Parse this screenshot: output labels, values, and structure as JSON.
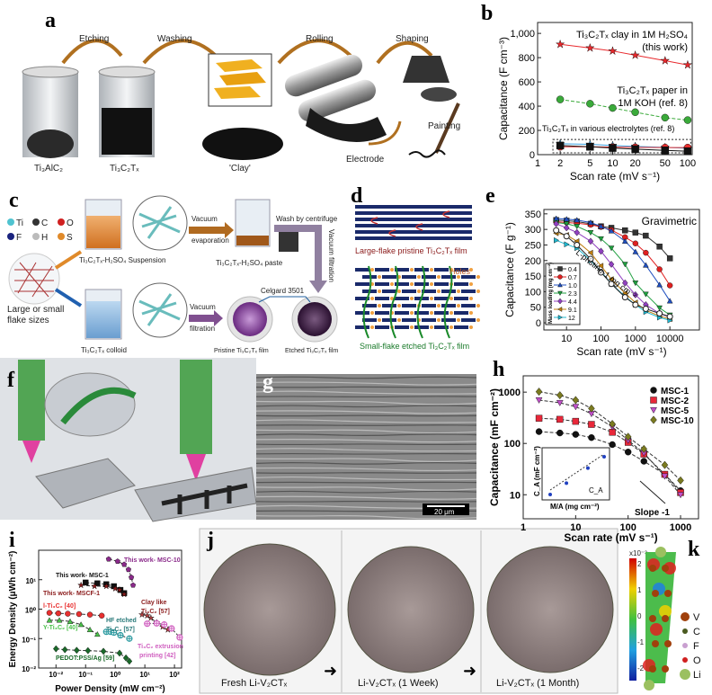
{
  "panel_letters": {
    "a": "a",
    "b": "b",
    "c": "c",
    "d": "d",
    "e": "e",
    "f": "f",
    "g": "g",
    "h": "h",
    "i": "i",
    "j": "j",
    "k": "k"
  },
  "panel_a": {
    "steps": [
      "Etching",
      "Washing",
      "Rolling",
      "Shaping",
      "Painting"
    ],
    "labels": [
      "Ti₃AlC₂",
      "Ti₃C₂Tₓ",
      "'Clay'",
      "Electrode"
    ]
  },
  "panel_c": {
    "atoms": [
      "Ti",
      "C",
      "O",
      "F",
      "H",
      "S"
    ],
    "atom_colors": [
      "#4fc3d0",
      "#333333",
      "#d02020",
      "#1a237e",
      "#bbbbbb",
      "#e08a2a"
    ],
    "flake_label": "Large or small flake sizes",
    "suspension": "Ti₃C₂Tₓ-H₂SO₄ Suspension",
    "colloid": "Ti₃C₂Tₓ colloid",
    "vacuum_evaporation": "Vacuum evaporation",
    "vacuum_filtration": "Vacuum filtration",
    "paste": "Ti₃C₂Tₓ-H₂SO₄ paste",
    "wash": "Wash by centrifuge",
    "vacuum_filtration_vertical": "Vacuum filtration",
    "celgard": "Celgard 3501",
    "pristine_film": "Pristine Ti₃C₂Tₓ film",
    "etched_film": "Etched Ti₃C₂Tₓ film"
  },
  "panel_d": {
    "top_label": "Large-flake pristine Ti₃C₂Tₓ film",
    "holes": "Holes",
    "bottom_label": "Small-flake etched Ti₃C₂Tₓ film"
  },
  "panel_g": {
    "scale_bar": "20 μm"
  },
  "panel_j": {
    "captions": [
      "Fresh Li-V₂CTₓ",
      "Li-V₂CTₓ (1 Week)",
      "Li-V₂CTₓ (1 Month)"
    ]
  },
  "panel_k": {
    "colorbar_title": "x10⁻³",
    "colorbar_ticks": [
      "2",
      "1",
      "0",
      "-1",
      "-2"
    ],
    "legend": [
      "V",
      "C",
      "F",
      "O",
      "Li"
    ],
    "legend_colors": [
      "#a0400c",
      "#4a5a20",
      "#c9a0d0",
      "#d02020",
      "#9bc060"
    ]
  },
  "chart_data": [
    {
      "id": "b",
      "type": "line",
      "xlabel": "Scan rate (mV s⁻¹)",
      "ylabel": "Capacitance (F cm⁻³)",
      "xscale": "log",
      "xlim": [
        1,
        115
      ],
      "ylim": [
        0,
        1090
      ],
      "xticks": [
        1,
        2,
        5,
        10,
        20,
        50,
        100
      ],
      "xtick_labels": [
        "1",
        "2",
        "5",
        "10",
        "20",
        "50",
        "100"
      ],
      "yticks": [
        0,
        200,
        400,
        600,
        800,
        1000
      ],
      "ytick_labels": [
        "0",
        "200",
        "400",
        "600",
        "800",
        "1,000"
      ],
      "series": [
        {
          "name": "Ti₃C₂Tₓ clay in 1M H₂SO₄ (this work)",
          "color": "#e8282c",
          "marker": "star",
          "dash": false,
          "x": [
            2,
            5,
            10,
            20,
            50,
            100
          ],
          "y": [
            910,
            880,
            855,
            820,
            775,
            740
          ]
        },
        {
          "name": "Ti₃C₂Tₓ paper in 1M KOH (ref. 8)",
          "color": "#3aaa3a",
          "marker": "circle",
          "dash": true,
          "x": [
            2,
            5,
            10,
            20,
            50,
            100
          ],
          "y": [
            455,
            420,
            385,
            350,
            305,
            285
          ]
        },
        {
          "name": "Ti₃C₂Tₓ in various electrolytes (ref. 8) A",
          "color": "#3aa0e0",
          "marker": "star",
          "dash": false,
          "x": [
            2,
            5,
            10,
            20,
            50,
            100
          ],
          "y": [
            90,
            85,
            75,
            68,
            60,
            52
          ]
        },
        {
          "name": "Ti₃C₂Tₓ in various electrolytes (ref. 8) B",
          "color": "#e83030",
          "marker": "circle",
          "dash": false,
          "x": [
            2,
            5,
            10,
            20,
            50,
            100
          ],
          "y": [
            65,
            65,
            62,
            60,
            58,
            58
          ]
        },
        {
          "name": "Ti₃C₂Tₓ in various electrolytes (ref. 8) C",
          "color": "#111111",
          "marker": "square",
          "dash": false,
          "x": [
            2,
            5,
            10,
            20,
            50,
            100
          ],
          "y": [
            75,
            65,
            55,
            45,
            35,
            28
          ]
        }
      ],
      "annotations": [
        "Ti₃C₂Tₓ clay in 1M H₂SO₄",
        "(this work)",
        "Ti₃C₂Tₓ paper in",
        "1M KOH (ref. 8)",
        "Ti₃C₂Tₓ in various electrolytes (ref. 8)"
      ]
    },
    {
      "id": "e",
      "type": "line",
      "xlabel": "Scan rate (mV s⁻¹)",
      "ylabel": "Capacitance (F g⁻¹)",
      "xscale": "log",
      "xlim": [
        2.2,
        72000
      ],
      "ylim": [
        -23,
        364
      ],
      "xticks": [
        10,
        100,
        1000,
        10000
      ],
      "xtick_labels": [
        "10",
        "100",
        "1000",
        "10000"
      ],
      "yticks": [
        0,
        50,
        100,
        150,
        200,
        250,
        300,
        350
      ],
      "ytick_labels": [
        "0",
        "50",
        "100",
        "150",
        "200",
        "250",
        "300",
        "350"
      ],
      "title": "Gravimetric",
      "legend_title": "Mass loading (mg cm⁻²)",
      "series": [
        {
          "name": "0.4",
          "color": "#333333",
          "marker": "square",
          "x": [
            5,
            10,
            20,
            50,
            100,
            200,
            500,
            1000,
            2000,
            5000,
            10000
          ],
          "y": [
            330,
            328,
            325,
            318,
            310,
            305,
            297,
            290,
            280,
            245,
            207
          ]
        },
        {
          "name": "0.7",
          "color": "#e02020",
          "marker": "circle",
          "x": [
            5,
            10,
            20,
            50,
            100,
            200,
            500,
            1000,
            2000,
            5000,
            10000
          ],
          "y": [
            325,
            322,
            320,
            315,
            308,
            298,
            275,
            255,
            225,
            172,
            120
          ]
        },
        {
          "name": "1.0",
          "color": "#2050c0",
          "marker": "triangle",
          "x": [
            5,
            10,
            20,
            50,
            100,
            200,
            500,
            1000,
            2000,
            5000,
            10000
          ],
          "y": [
            335,
            333,
            330,
            322,
            310,
            295,
            262,
            228,
            185,
            122,
            70
          ]
        },
        {
          "name": "2.3",
          "color": "#20a040",
          "marker": "tri-down",
          "x": [
            5,
            10,
            20,
            50,
            100,
            200,
            500,
            1000,
            2000,
            5000,
            10000
          ],
          "y": [
            322,
            318,
            310,
            290,
            270,
            240,
            188,
            128,
            92,
            48,
            25
          ]
        },
        {
          "name": "4.4",
          "color": "#9040c0",
          "marker": "diamond",
          "x": [
            5,
            10,
            20,
            50,
            100,
            200,
            500,
            1000,
            2000,
            5000,
            10000
          ],
          "y": [
            318,
            305,
            290,
            262,
            230,
            188,
            128,
            90,
            58,
            30,
            18
          ]
        },
        {
          "name": "9.1",
          "color": "#c08010",
          "marker": "tri-left",
          "x": [
            5,
            10,
            20,
            50,
            100,
            200,
            500,
            1000,
            2000,
            5000,
            10000
          ],
          "y": [
            288,
            282,
            262,
            225,
            183,
            140,
            95,
            65,
            40,
            22,
            12
          ]
        },
        {
          "name": "12",
          "color": "#20b8d0",
          "marker": "tri-right",
          "x": [
            5,
            10,
            20,
            50,
            100,
            200,
            500,
            1000,
            2000,
            5000,
            10000
          ],
          "y": [
            265,
            252,
            240,
            200,
            165,
            125,
            85,
            58,
            35,
            17,
            8
          ]
        },
        {
          "name": "L-pristine-1 mg cm⁻²",
          "color": "#222222",
          "marker": "open-circle",
          "x": [
            5,
            10,
            20,
            50,
            100,
            200,
            500,
            1000,
            2000,
            5000,
            10000
          ],
          "y": [
            297,
            278,
            250,
            205,
            162,
            125,
            82,
            58,
            45,
            30,
            20
          ]
        }
      ]
    },
    {
      "id": "h",
      "type": "line",
      "xlabel": "Scan rate (mV s⁻¹)",
      "ylabel": "Capacitance (mF cm⁻²)",
      "xscale": "log",
      "yscale": "log",
      "xlim": [
        1,
        2200
      ],
      "ylim": [
        3.4,
        2080
      ],
      "xticks": [
        1,
        10,
        100,
        1000
      ],
      "xtick_labels": [
        "1",
        "10",
        "100",
        "1000"
      ],
      "yticks": [
        10,
        100,
        1000
      ],
      "ytick_labels": [
        "10",
        "100",
        "1000"
      ],
      "annotation": "Slope -1",
      "series": [
        {
          "name": "MSC-1",
          "color": "#111111",
          "marker": "circle",
          "x": [
            2,
            5,
            10,
            20,
            50,
            100,
            200,
            500,
            1000
          ],
          "y": [
            170,
            160,
            150,
            130,
            95,
            68,
            45,
            25,
            12
          ]
        },
        {
          "name": "MSC-2",
          "color": "#e8283a",
          "marker": "square",
          "x": [
            2,
            5,
            10,
            20,
            50,
            100,
            200,
            500,
            1000
          ],
          "y": [
            310,
            295,
            270,
            235,
            165,
            105,
            62,
            25,
            11
          ]
        },
        {
          "name": "MSC-5",
          "color": "#c050c8",
          "marker": "tri-down",
          "x": [
            2,
            5,
            10,
            20,
            50,
            100,
            200,
            500,
            1000
          ],
          "y": [
            700,
            620,
            520,
            380,
            210,
            115,
            65,
            23,
            10
          ]
        },
        {
          "name": "MSC-10",
          "color": "#7a7a20",
          "marker": "diamond",
          "x": [
            2,
            5,
            10,
            20,
            50,
            100,
            200,
            500,
            1000
          ],
          "y": [
            1020,
            870,
            700,
            480,
            240,
            135,
            78,
            38,
            19
          ]
        }
      ],
      "inset": {
        "xlabel": "M/A (mg cm⁻²)",
        "ylabel": "C_A (mF cm⁻²)",
        "legend": "C_A",
        "x": [
          1,
          2,
          5,
          10
        ],
        "y": [
          100,
          200,
          500,
          1000
        ]
      }
    },
    {
      "id": "i",
      "type": "scatter",
      "xlabel": "Power Density (mW cm⁻²)",
      "ylabel": "Energy Density (μWh cm⁻²)",
      "xscale": "log",
      "yscale": "log",
      "xlim": [
        0.0026,
        174
      ],
      "ylim": [
        0.01,
        100
      ],
      "xticks": [
        0.01,
        0.1,
        1,
        10,
        100
      ],
      "xtick_labels": [
        "10⁻²",
        "10⁻¹",
        "10⁰",
        "10¹",
        "10²"
      ],
      "yticks": [
        0.01,
        0.1,
        1,
        10
      ],
      "ytick_labels": [
        "10⁻²",
        "10⁻¹",
        "10⁰",
        "10¹"
      ],
      "series": [
        {
          "name": "This work- MSC-10",
          "color": "#8a2a8a",
          "marker": "pentagon",
          "x": [
            0.6,
            1.2,
            2,
            2.8,
            3.5,
            4
          ],
          "y": [
            50,
            42,
            33,
            22,
            12,
            6.5
          ]
        },
        {
          "name": "This work- MSC-1",
          "color": "#111111",
          "marker": "square",
          "x": [
            0.1,
            0.25,
            0.5,
            0.9,
            1.5,
            2
          ],
          "y": [
            8,
            7.5,
            7,
            6,
            4.5,
            3.5
          ]
        },
        {
          "name": "This work- MSCF-1",
          "color": "#8a1a1a",
          "marker": "star",
          "x": [
            0.07,
            0.2,
            0.5,
            1,
            1.4,
            2
          ],
          "y": [
            6.5,
            6,
            6,
            5,
            4.5,
            3.2
          ]
        },
        {
          "name": "l-Ti₃C₂ [40]",
          "color": "#e83030",
          "marker": "circle",
          "x": [
            0.006,
            0.012,
            0.025,
            0.06,
            0.14,
            0.35
          ],
          "y": [
            0.75,
            0.72,
            0.7,
            0.68,
            0.65,
            0.6
          ]
        },
        {
          "name": "Y-Ti₃C₂ [40]",
          "color": "#4ac04a",
          "marker": "triangle",
          "x": [
            0.006,
            0.013,
            0.03,
            0.07,
            0.14,
            0.25
          ],
          "y": [
            0.42,
            0.42,
            0.38,
            0.3,
            0.2,
            0.14
          ]
        },
        {
          "name": "HF etched Ti₃C₂ [57]",
          "color": "#2a9aa0",
          "marker": "crossed-circle",
          "x": [
            0.5,
            0.7,
            0.9,
            1.5,
            3
          ],
          "y": [
            0.17,
            0.17,
            0.16,
            0.13,
            0.1
          ]
        },
        {
          "name": "Clay like Ti₃C₂ [57]",
          "color": "#b04040",
          "marker": "star",
          "x": [
            8,
            12,
            16,
            25,
            40,
            60
          ],
          "y": [
            0.65,
            0.6,
            0.5,
            0.35,
            0.25,
            0.2
          ]
        },
        {
          "name": "Ti₃C₂ extrusion printing [42]",
          "color": "#d060c0",
          "marker": "crossed-circle",
          "x": [
            12,
            25,
            45,
            80,
            150
          ],
          "y": [
            0.32,
            0.33,
            0.3,
            0.22,
            0.11
          ]
        },
        {
          "name": "PEDOT:PSS/Ag [59]",
          "color": "#1a6a2a",
          "marker": "diamond",
          "x": [
            0.01,
            0.02,
            0.05,
            0.12,
            0.4,
            1.4,
            2.3,
            3
          ],
          "y": [
            0.045,
            0.042,
            0.04,
            0.039,
            0.037,
            0.032,
            0.022,
            0.017
          ]
        }
      ],
      "annotations": [
        "This work- MSC-10",
        "This work- MSC-1",
        "This work- MSCF-1",
        "l-Ti₃C₂ [40]",
        "Y-Ti₃C₂ [40]",
        "HF etched",
        "Ti₃C₂ [57]",
        "Clay like",
        "Ti₃C₂ [57]",
        "Ti₃C₂ extrusion",
        "printing [42]",
        "PEDOT:PSS/Ag [59]"
      ]
    }
  ]
}
